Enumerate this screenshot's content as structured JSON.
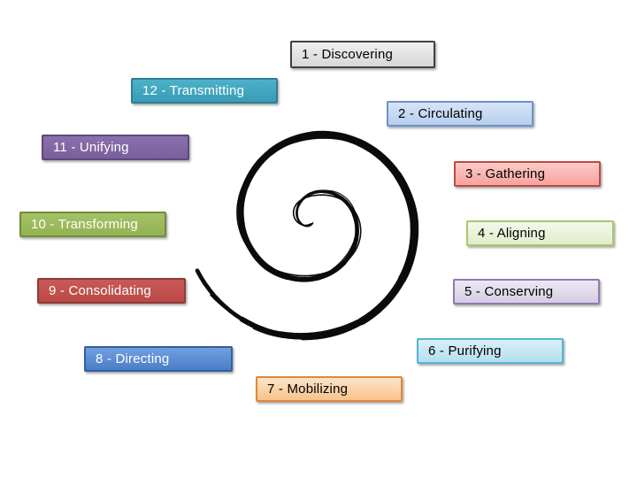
{
  "canvas": {
    "background_color": "#ffffff"
  },
  "spiral": {
    "icon": "spiral",
    "stroke_color": "#0b0b0b"
  },
  "phases": {
    "items": [
      {
        "number": "1",
        "name": "Discovering",
        "label": "1 - Discovering",
        "fill_top": "#efefef",
        "fill_bottom": "#d7d7d7",
        "border_color": "#404040",
        "text_color": "#000000"
      },
      {
        "number": "2",
        "name": "Circulating",
        "label": "2 - Circulating",
        "fill_top": "#d6e4f8",
        "fill_bottom": "#b7cfee",
        "border_color": "#6b93cb",
        "text_color": "#000000"
      },
      {
        "number": "3",
        "name": "Gathering",
        "label": "3 - Gathering",
        "fill_top": "#fccbc8",
        "fill_bottom": "#f7a39e",
        "border_color": "#bc4a43",
        "text_color": "#000000"
      },
      {
        "number": "4",
        "name": "Aligning",
        "label": "4 - Aligning",
        "fill_top": "#f4f8ea",
        "fill_bottom": "#e1edca",
        "border_color": "#a9c86b",
        "text_color": "#000000"
      },
      {
        "number": "5",
        "name": "Conserving",
        "label": "5 - Conserving",
        "fill_top": "#ece8f2",
        "fill_bottom": "#d5cde3",
        "border_color": "#9079b1",
        "text_color": "#000000"
      },
      {
        "number": "6",
        "name": "Purifying",
        "label": "6 - Purifying",
        "fill_top": "#d9f0f8",
        "fill_bottom": "#b4dfef",
        "border_color": "#54b4d3",
        "text_color": "#000000"
      },
      {
        "number": "7",
        "name": "Mobilizing",
        "label": "7 - Mobilizing",
        "fill_top": "#fde3c8",
        "fill_bottom": "#f9c38b",
        "border_color": "#dd8938",
        "text_color": "#000000"
      },
      {
        "number": "8",
        "name": "Directing",
        "label": "8 - Directing",
        "fill_top": "#739fe0",
        "fill_bottom": "#4a7dc6",
        "border_color": "#3160a0",
        "text_color": "#ffffff"
      },
      {
        "number": "9",
        "name": "Consolidating",
        "label": "9 - Consolidating",
        "fill_top": "#c75a57",
        "fill_bottom": "#bb4946",
        "border_color": "#8e3c39",
        "text_color": "#ffffff"
      },
      {
        "number": "10",
        "name": "Transforming",
        "label": "10 - Transforming",
        "fill_top": "#a5c266",
        "fill_bottom": "#92b351",
        "border_color": "#6f8d3b",
        "text_color": "#ffffff"
      },
      {
        "number": "11",
        "name": "Unifying",
        "label": "11 - Unifying",
        "fill_top": "#8a70ac",
        "fill_bottom": "#7a5f9d",
        "border_color": "#5c4979",
        "text_color": "#ffffff"
      },
      {
        "number": "12",
        "name": "Transmitting",
        "label": "12 - Transmitting",
        "fill_top": "#4db1c9",
        "fill_bottom": "#389cb7",
        "border_color": "#2e7e95",
        "text_color": "#ffffff"
      }
    ]
  }
}
